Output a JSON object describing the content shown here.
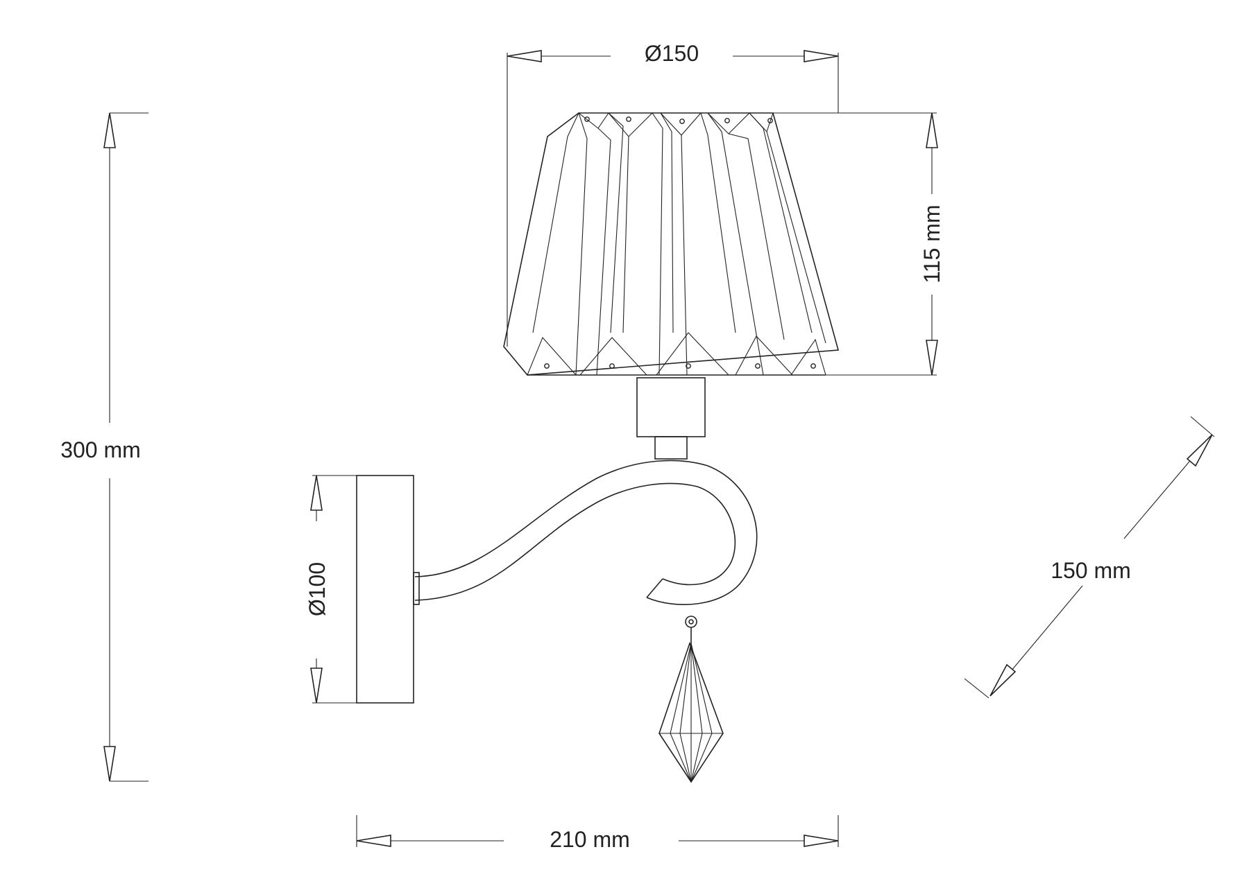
{
  "diagram": {
    "dimensions": {
      "height_total": "300 mm",
      "shade_diameter": "Ø150",
      "shade_height": "115 mm",
      "base_diameter": "Ø100",
      "width": "210 mm",
      "depth": "150 mm"
    }
  }
}
